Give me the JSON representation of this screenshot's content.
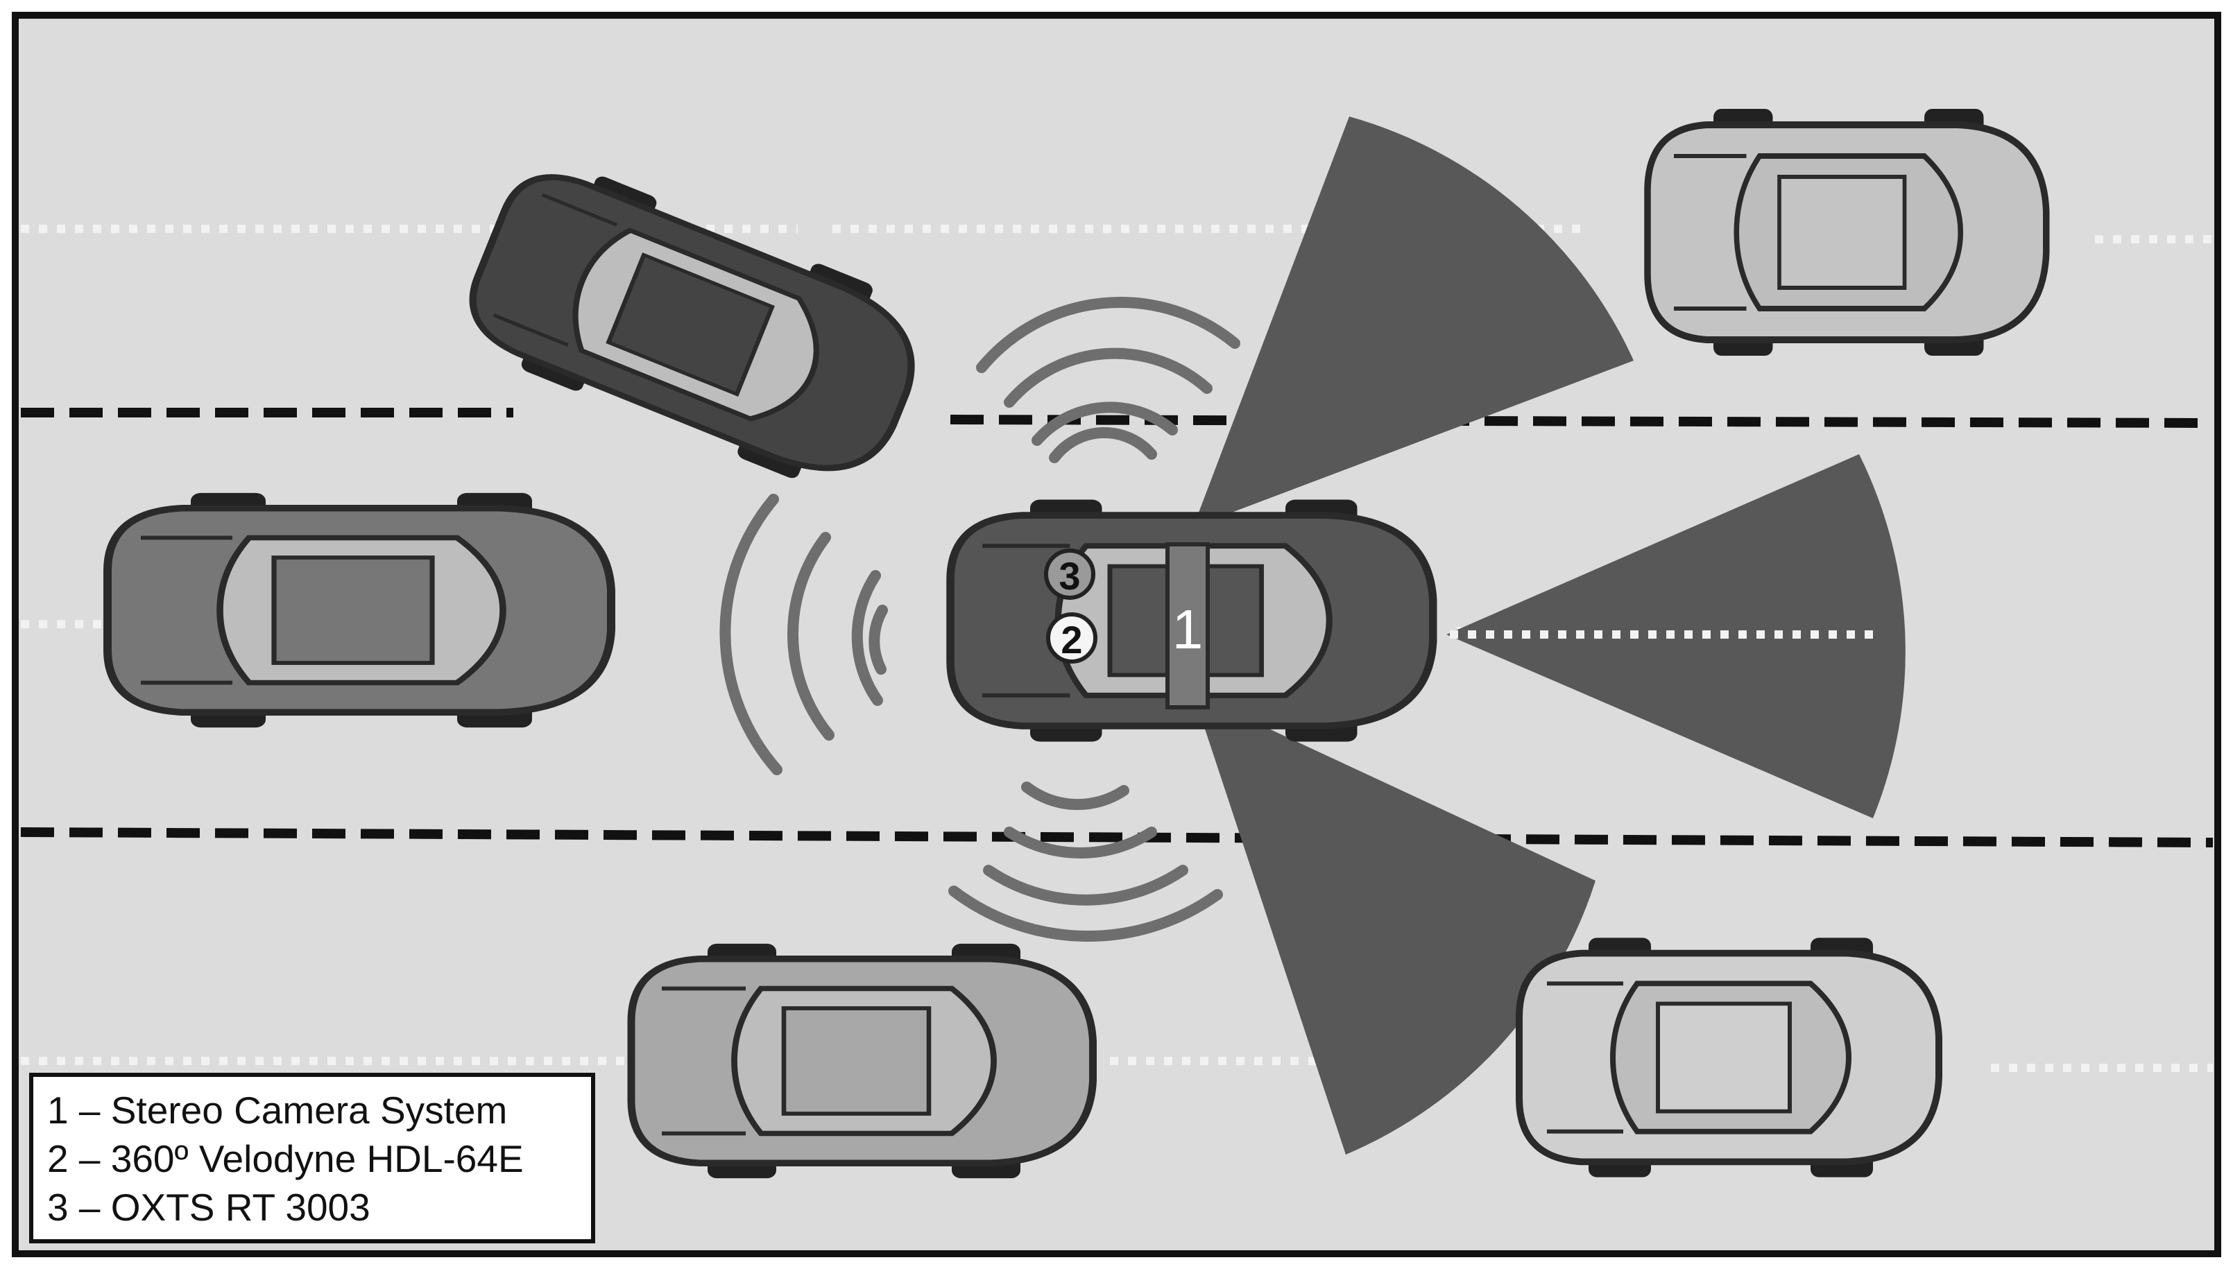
{
  "legend": {
    "items": [
      "1 – Stereo Camera System",
      "2 – 360º Velodyne HDL-64E",
      "3 – OXTS RT 3003"
    ]
  },
  "sensors": {
    "label_1": "1",
    "label_2": "2",
    "label_3": "3"
  },
  "colors": {
    "road": "#dcdcdc",
    "lane_marking": "#111111",
    "edge_marking": "#f2f2f2",
    "camera_fov": "#585858",
    "lidar_wave": "#6e6e6e",
    "ego_vehicle": "#555555"
  }
}
